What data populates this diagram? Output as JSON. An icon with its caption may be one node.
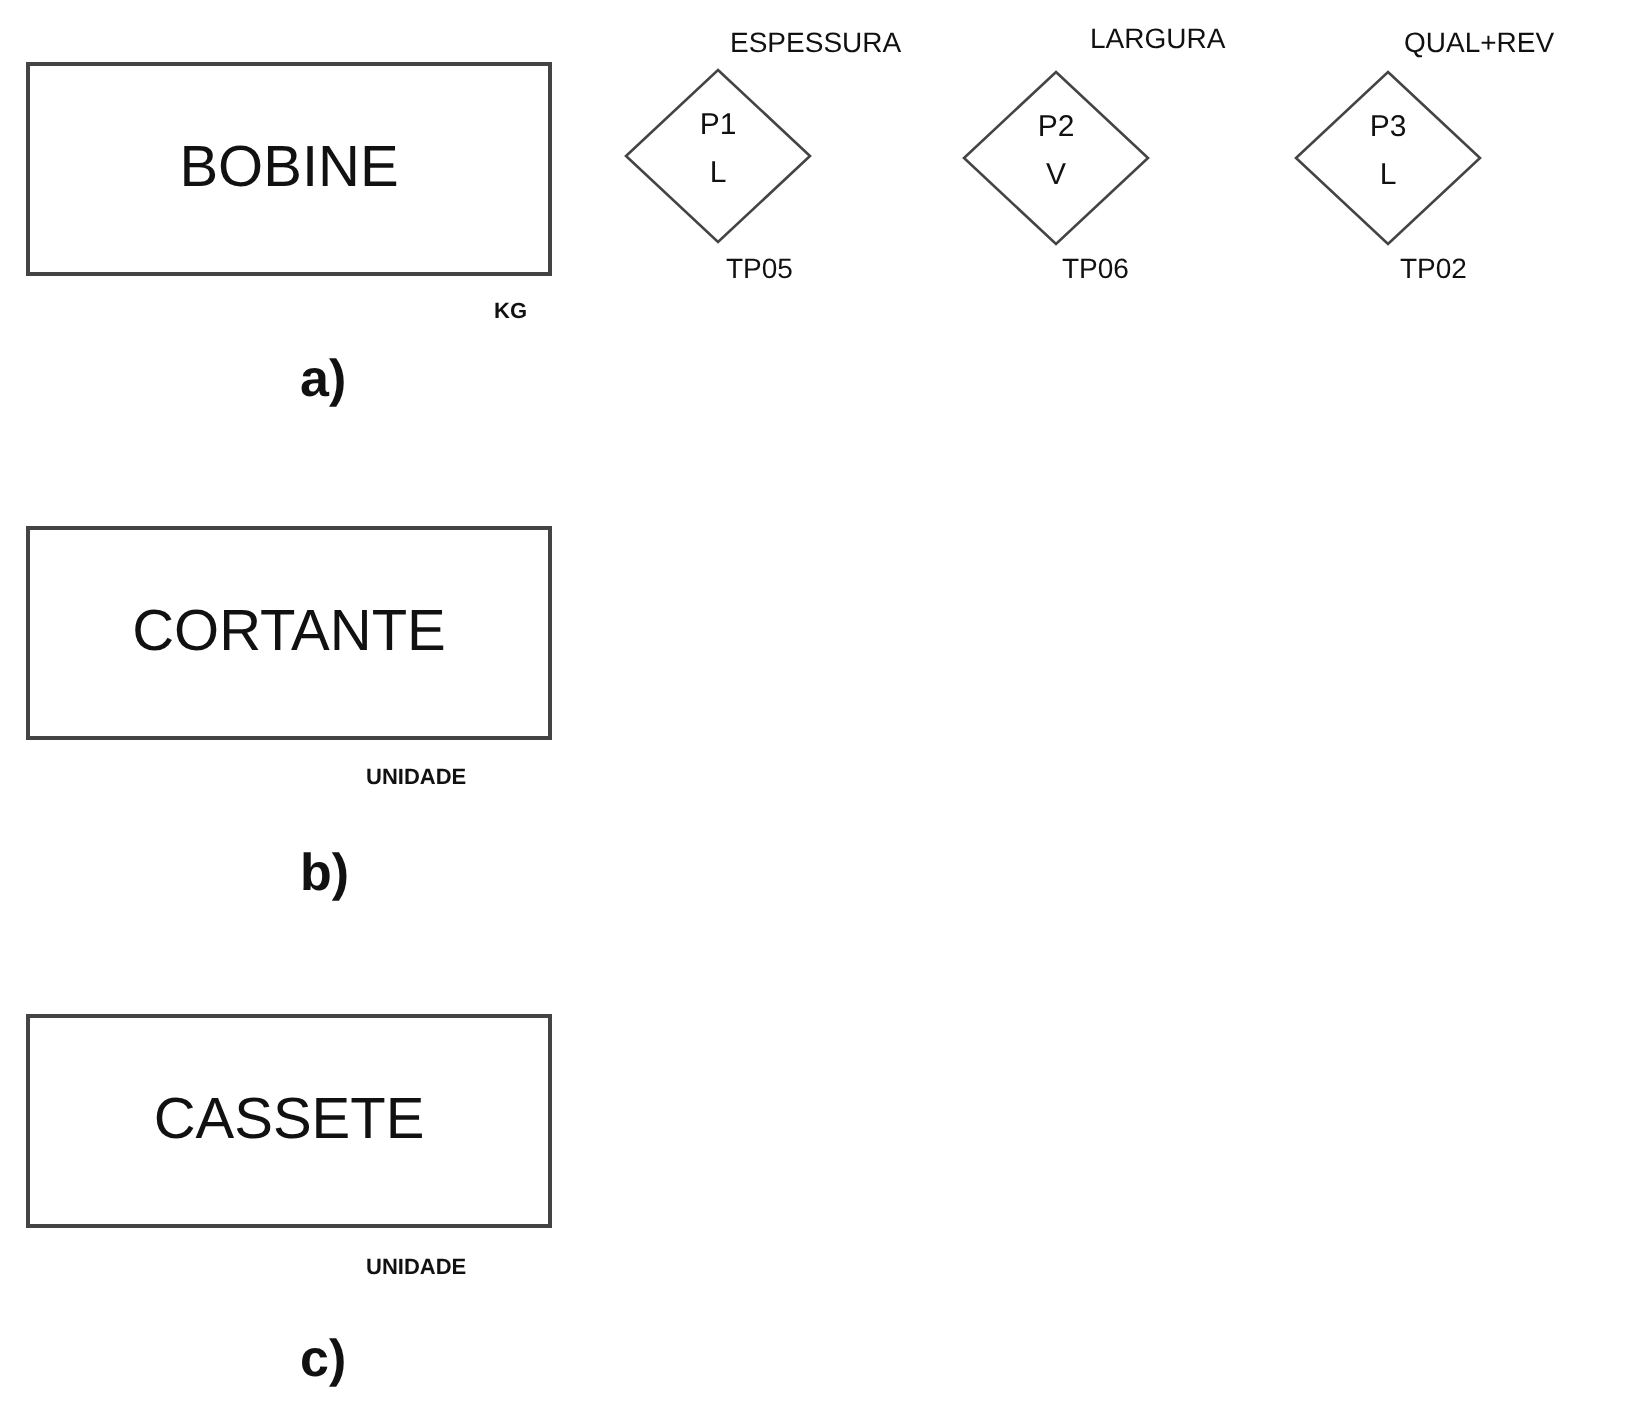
{
  "diagram": {
    "nodes": [
      {
        "text": [
          "BOBINE"
        ],
        "beside": [
          "KG"
        ]
      },
      {
        "text": [
          "P1",
          "L"
        ],
        "beside": [
          "ESPESSURA",
          "TP05"
        ]
      },
      {
        "text": [
          "P2",
          "V"
        ],
        "beside": [
          "LARGURA",
          "TP06"
        ]
      },
      {
        "text": [
          "P3",
          "L"
        ],
        "beside": [
          "QUAL+REV",
          "TP02"
        ]
      },
      {
        "text": [
          "CORTANTE"
        ],
        "beside": [
          "UNIDADE"
        ]
      },
      {
        "text": [
          "CASSETE"
        ],
        "beside": [
          "UNIDADE"
        ]
      }
    ],
    "labels": [
      "a)",
      "b)",
      "c)"
    ]
  }
}
